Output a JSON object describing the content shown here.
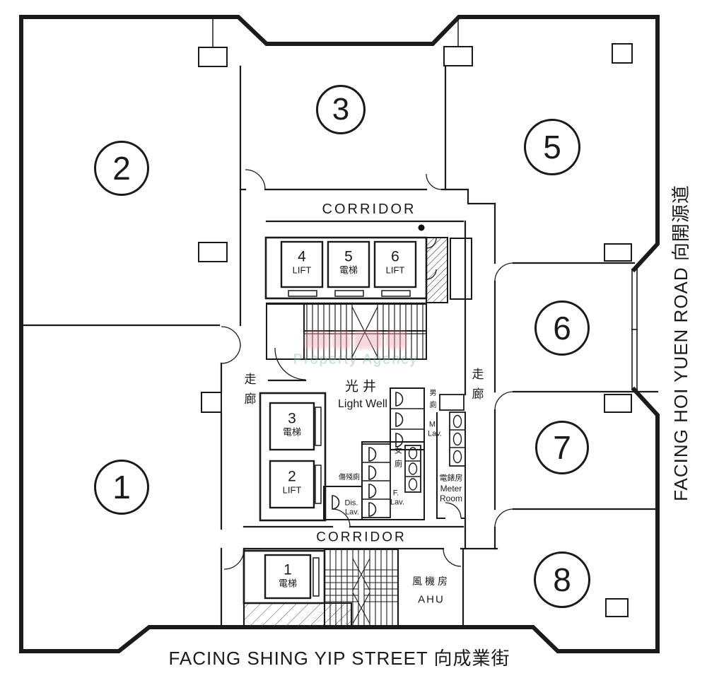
{
  "streets": {
    "bottom": "FACING SHING YIP STREET 向成業街",
    "right": "FACING HOI YUEN ROAD 向開源道"
  },
  "corridors": {
    "top": "CORRIDOR",
    "bottom": "CORRIDOR",
    "left_cn": "走廊",
    "right_cn": "走廊"
  },
  "light_well": {
    "cn": "光井",
    "en": "Light Well"
  },
  "units": {
    "u1": "1",
    "u2": "2",
    "u3": "3",
    "u5": "5",
    "u6": "6",
    "u7": "7",
    "u8": "8"
  },
  "lifts": {
    "l4_num": "4",
    "l4_label": "LIFT",
    "l5_num": "5",
    "l5_label": "電梯",
    "l6_num": "6",
    "l6_label": "LIFT",
    "l3_num": "3",
    "l3_label": "電梯",
    "l2_num": "2",
    "l2_label": "LIFT",
    "l1_num": "1",
    "l1_label": "電梯"
  },
  "rooms": {
    "male_lav_cn": "男廁",
    "male_lav_line1": "M.",
    "male_lav_line2": "Lav.",
    "female_lav_cn": "女廁",
    "female_lav_line1": "F.",
    "female_lav_line2": "Lav.",
    "disabled_lav_cn": "傷殘廁",
    "disabled_lav_line1": "Dis.",
    "disabled_lav_line2": "Lav.",
    "meter_cn": "電錶房",
    "meter_line1": "Meter",
    "meter_line2": "Room",
    "ahu_cn": "風機房",
    "ahu_en": "AHU"
  },
  "watermark": {
    "agency_line": "Property Agency",
    "logo_color": "#ef9fae",
    "agency_color": "#7fb8b0"
  },
  "colors": {
    "wall": "#1a1a1a",
    "background": "#ffffff"
  }
}
